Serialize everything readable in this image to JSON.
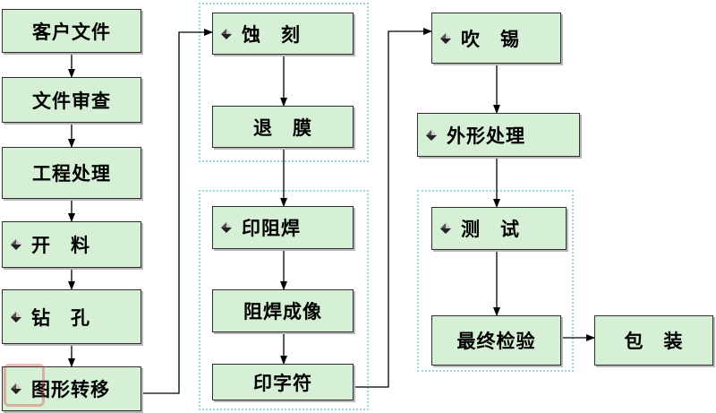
{
  "steps": {
    "customer_files": "客户文件",
    "file_review": "文件审查",
    "engineering": "工程处理",
    "cutting": "开　料",
    "drilling": "钻　孔",
    "pattern_transfer": "图形转移",
    "etching": "蚀　刻",
    "stripping": "退　膜",
    "solder_mask_print": "印阻焊",
    "solder_mask_imaging": "阻焊成像",
    "legend_print": "印字符",
    "hot_air_leveling": "吹　锡",
    "profiling": "外形处理",
    "testing": "测　试",
    "final_inspection": "最终检验",
    "packaging": "包　装"
  },
  "colors": {
    "box_fill": "#d6f0d6",
    "box_border": "#2e2e2e",
    "arrow": "#000000",
    "group_outline": "#9fd8dc"
  },
  "icons": {
    "step_marker": "diamond-bullet-icon"
  }
}
